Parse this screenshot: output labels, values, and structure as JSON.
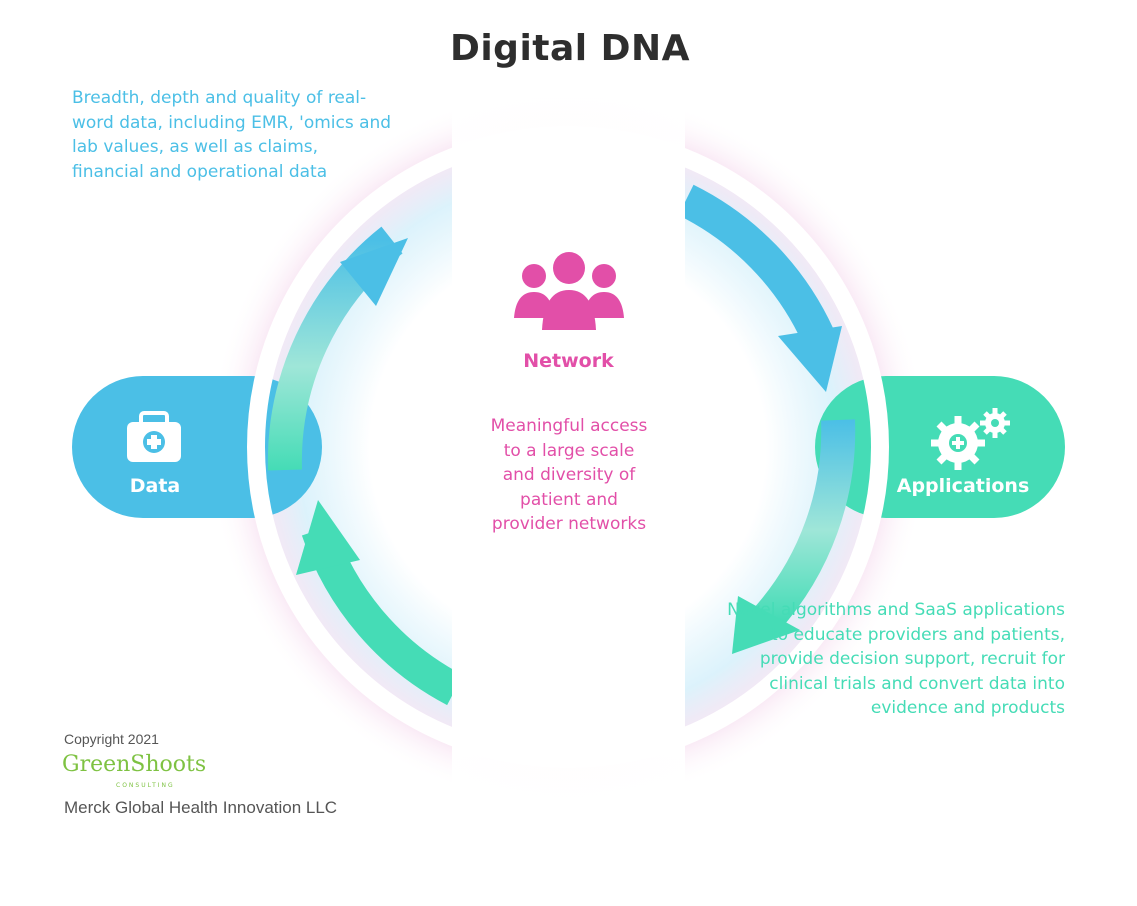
{
  "title": "Digital DNA",
  "data_node": {
    "label": "Data",
    "icon": "medical-kit-icon",
    "description": "Breadth, depth and quality of real-word data, including EMR, 'omics and lab values, as well as claims, financial and operational data",
    "color": "#4bbfe6"
  },
  "network_node": {
    "label": "Network",
    "icon": "people-group-icon",
    "description": "Meaningful access to a large scale and diversity of patient and provider networks",
    "color": "#e24fa8"
  },
  "applications_node": {
    "label": "Applications",
    "icon": "gears-icon",
    "description": "Novel algorithms and SaaS applications to educate providers and patients, provide decision support, recruit for clinical trials and convert data into evidence and products",
    "color": "#45dcb6"
  },
  "footer": {
    "copyright": "Copyright 2021",
    "logo_text": "GreenShoots",
    "logo_subtext": "CONSULTING",
    "company": "Merck Global Health Innovation LLC"
  }
}
